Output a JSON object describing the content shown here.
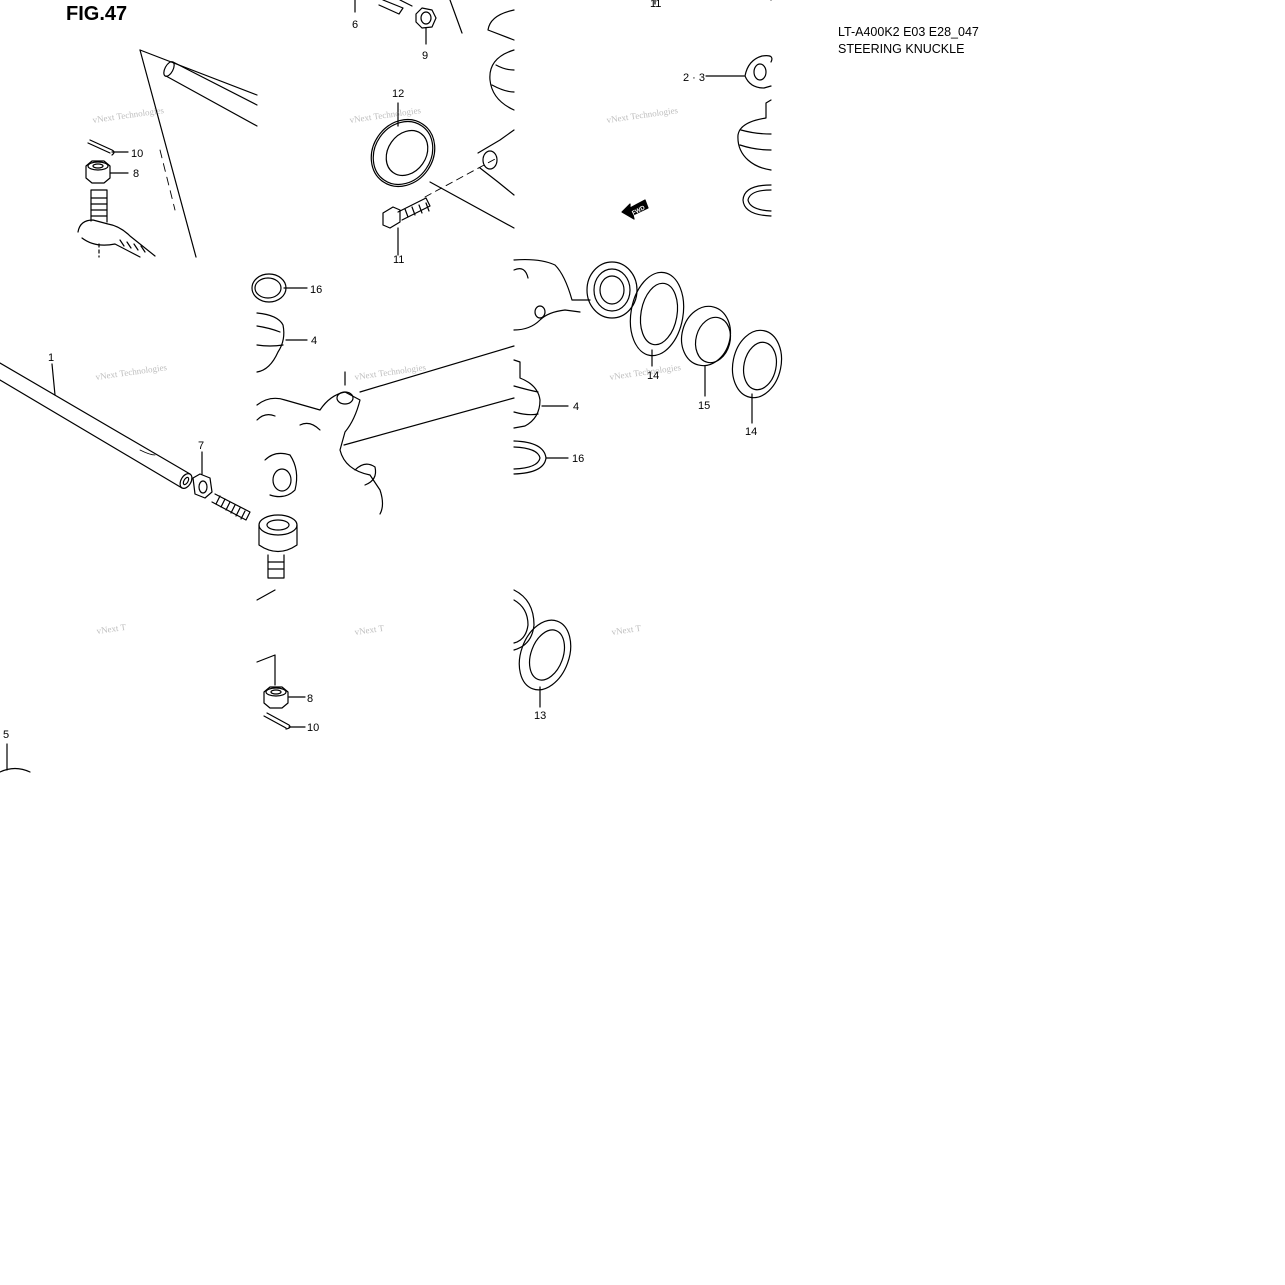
{
  "figure": {
    "title": "FIG.47",
    "code": "LT-A400K2 E03 E28_047",
    "name": "STEERING KNUCKLE",
    "fwd_label": "FWD"
  },
  "watermark": {
    "text": "vNext Technologies",
    "text_partial": "vNext T"
  },
  "callouts": [
    "1",
    "2 · 3",
    "4",
    "5",
    "6",
    "7",
    "8",
    "9",
    "10",
    "11",
    "12",
    "13",
    "14",
    "15",
    "16"
  ]
}
